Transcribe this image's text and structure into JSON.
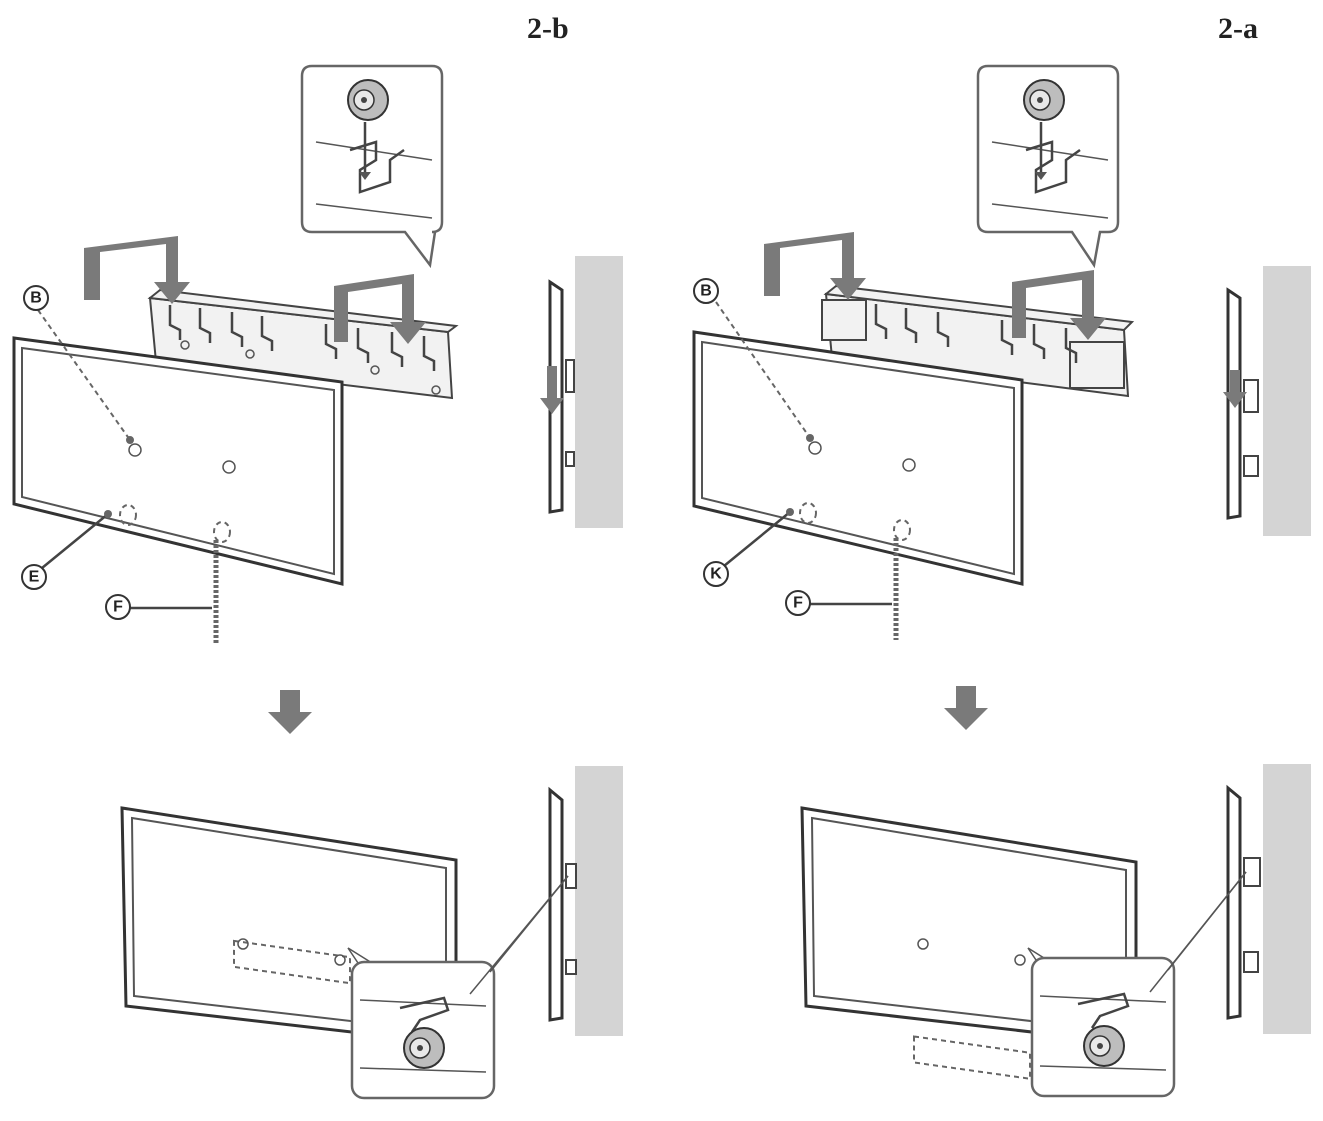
{
  "panels": {
    "left": {
      "step_label": "2-b",
      "upper_callouts": [
        "B",
        "E",
        "F"
      ]
    },
    "right": {
      "step_label": "2-a",
      "upper_callouts": [
        "B",
        "K",
        "F"
      ]
    }
  },
  "icons": [
    "down-arrow-icon",
    "spacer-icon",
    "hook-icon"
  ],
  "colors": {
    "wall": "#d4d4d4",
    "arrow": "#7a7a7a",
    "line": "#444444"
  }
}
